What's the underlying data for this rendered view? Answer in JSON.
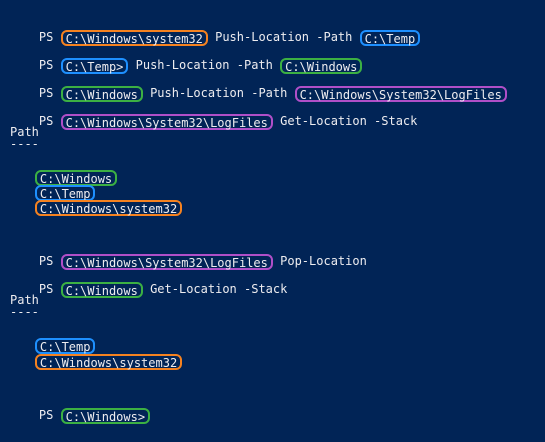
{
  "colors": {
    "background": "#012456",
    "text": "#eeedf0",
    "orange": "#f58220",
    "blue": "#1e90ff",
    "green": "#3cb043",
    "purple": "#b04fc8"
  },
  "lines": [
    {
      "prefix": "PS ",
      "path": "C:\\Windows\\system32",
      "suffix": " Push-Location -Path ",
      "arg": "C:\\Temp"
    },
    {
      "prefix": "PS ",
      "path": "C:\\Temp>",
      "suffix": " Push-Location -Path ",
      "arg": "C:\\Windows"
    },
    {
      "prefix": "PS ",
      "path": "C:\\Windows",
      "suffix": " Push-Location -Path ",
      "arg": "C:\\Windows\\System32\\LogFiles"
    },
    {
      "prefix": "PS ",
      "path": "C:\\Windows\\System32\\LogFiles",
      "suffix": " Get-Location -Stack"
    },
    {
      "header": "Path",
      "underline": "----"
    },
    {
      "stack1": [
        "C:\\Windows",
        "C:\\Temp",
        "C:\\Windows\\system32"
      ]
    },
    {
      "prefix": "PS ",
      "path": "C:\\Windows\\System32\\LogFiles",
      "suffix": " Pop-Location"
    },
    {
      "prefix": "PS ",
      "path": "C:\\Windows",
      "suffix": " Get-Location -Stack"
    },
    {
      "header": "Path",
      "underline": "----"
    },
    {
      "stack2": [
        "C:\\Temp",
        "C:\\Windows\\system32"
      ]
    },
    {
      "prefix": "PS ",
      "path": "C:\\Windows>"
    }
  ]
}
